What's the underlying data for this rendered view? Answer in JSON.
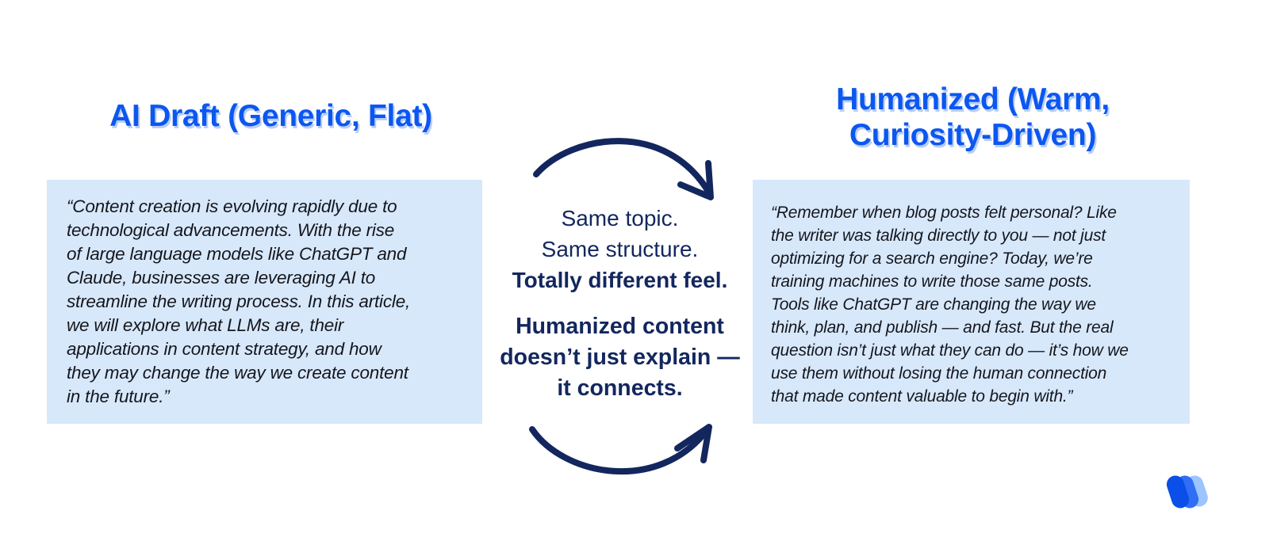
{
  "left_panel": {
    "title": "AI Draft (Generic, Flat)",
    "quote": "“Content creation is evolving rapidly due to technological advancements. With the rise of large language models like ChatGPT and Claude, businesses are leveraging AI to streamline the writing process. In this article, we will explore what LLMs are, their applications in content strategy, and how they may change the way we create content in the future.”",
    "quote_lines": [
      "“Content creation is evolving rapidly due to",
      "technological advancements. With the rise",
      "of large language models like ChatGPT and",
      "Claude, businesses are leveraging AI to",
      "streamline the writing process. In this article,",
      "we will explore what LLMs are, their",
      "applications in content strategy, and how",
      "they may change the way we create content",
      "in the future.”"
    ]
  },
  "right_panel": {
    "title_line1": "Humanized (Warm,",
    "title_line2": "Curiosity-Driven)",
    "quote": "“Remember when blog posts felt personal? Like the writer was talking directly to you — not just optimizing for a search engine? Today, we’re training machines to write those same posts. Tools like ChatGPT are changing the way we think, plan, and publish — and fast. But the real question isn’t just what they can do — it’s how we use them without losing the human connection that made content valuable to begin with.”",
    "quote_lines": [
      "“Remember when blog posts felt personal? Like",
      "the writer was talking directly to you — not just",
      "optimizing for a search engine? Today, we’re",
      "training machines to write those same posts.",
      "Tools like ChatGPT are changing the way we",
      "think, plan, and publish — and fast. But the real",
      "question isn’t just what they can do — it’s how we",
      "use them without losing the human connection",
      "that made content valuable to begin with.”"
    ]
  },
  "center": {
    "line1": "Same topic.",
    "line2": "Same structure.",
    "line3": "Totally different feel.",
    "tagline_line1": "Humanized content",
    "tagline_line2": "doesn’t just explain —",
    "tagline_line3": "it connects."
  },
  "icons": {
    "top_arrow": "curved-arrow-right-down-icon",
    "bottom_arrow": "curved-arrow-right-up-icon",
    "logo": "brand-logo-icon"
  },
  "colors": {
    "title_blue": "#0b57f0",
    "title_shadow": "#b9cdf6",
    "box_background": "#d7e8fb",
    "navy": "#13275e",
    "body_text": "#15161d",
    "logo_dark": "#0a4fe8",
    "logo_mid": "#2f6ef5",
    "logo_light": "#9cc4ff"
  }
}
